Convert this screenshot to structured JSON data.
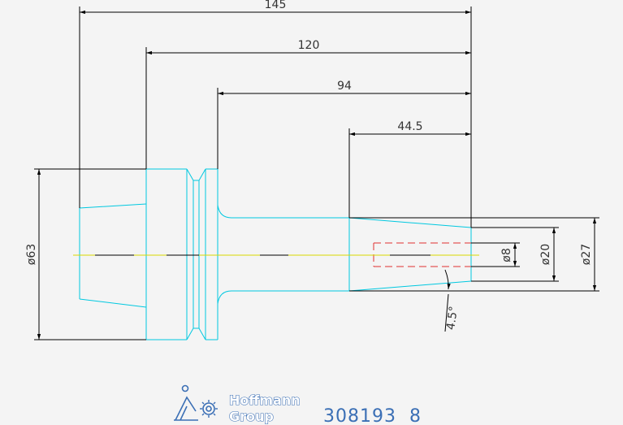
{
  "dimensions": {
    "overall_length": "145",
    "length_120": "120",
    "length_94": "94",
    "length_44_5": "44.5",
    "dia_63": "ø63",
    "dia_8": "ø8",
    "dia_20": "ø20",
    "dia_27": "ø27",
    "taper_angle": "4.5°"
  },
  "footer": {
    "brand_line1": "Hoffmann",
    "brand_line2": "Group",
    "part_number": "308193  8"
  },
  "colors": {
    "part_outline": "#00c8e0",
    "dimension_lines": "#000000",
    "center_line": "#d8d800",
    "hidden_bore": "#e03030",
    "brand": "#3b6fb5"
  },
  "icons": {
    "logo": "hoffmann-logo-icon"
  }
}
